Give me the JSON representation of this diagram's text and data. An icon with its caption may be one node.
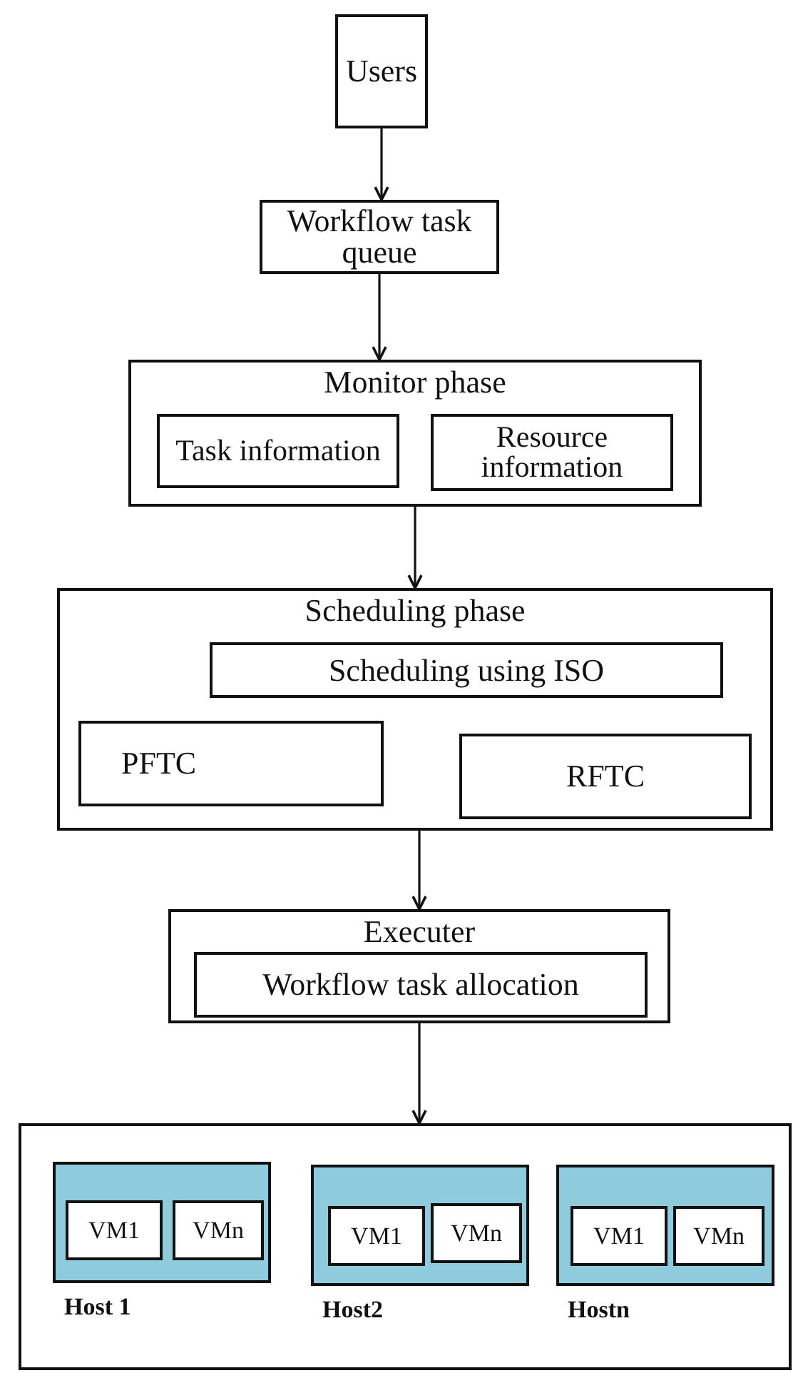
{
  "diagram": {
    "nodes": [
      {
        "text": [
          "Users"
        ]
      },
      {
        "text": [
          "Workflow task queue"
        ]
      },
      {
        "text": [
          "Monitor phase"
        ]
      },
      {
        "text": [
          "Task information"
        ],
        "in": 2
      },
      {
        "text": [
          "Resource information"
        ],
        "in": 2
      },
      {
        "text": [
          "Scheduling phase"
        ]
      },
      {
        "text": [
          "Scheduling using ISO"
        ],
        "in": 5
      },
      {
        "text": [
          "PFTC"
        ],
        "in": 5
      },
      {
        "text": [
          "RFTC"
        ],
        "in": 5
      },
      {
        "text": [
          "Executer"
        ]
      },
      {
        "text": [
          "Workflow task allocation"
        ],
        "in": 9
      },
      {
        "text": [],
        "shape": "box"
      },
      {
        "text": [
          "Host 1"
        ],
        "in": 11
      },
      {
        "text": [
          "VM1"
        ],
        "in": 12
      },
      {
        "text": [
          "VMn"
        ],
        "in": 12
      },
      {
        "text": [
          "Host2"
        ],
        "in": 11
      },
      {
        "text": [
          "VM1"
        ],
        "in": 15
      },
      {
        "text": [
          "VMn"
        ],
        "in": 15
      },
      {
        "text": [
          "Hostn"
        ],
        "in": 11
      },
      {
        "text": [
          "VM1"
        ],
        "in": 18
      },
      {
        "text": [
          "VMn"
        ],
        "in": 18
      }
    ],
    "edges": [
      {
        "from": 0,
        "to": 1,
        "arrow": "to"
      },
      {
        "from": 1,
        "to": 2,
        "arrow": "to"
      },
      {
        "from": 2,
        "to": 5,
        "arrow": "to"
      },
      {
        "from": 5,
        "to": 9,
        "arrow": "to"
      },
      {
        "from": 9,
        "to": 11,
        "arrow": "to"
      }
    ]
  }
}
